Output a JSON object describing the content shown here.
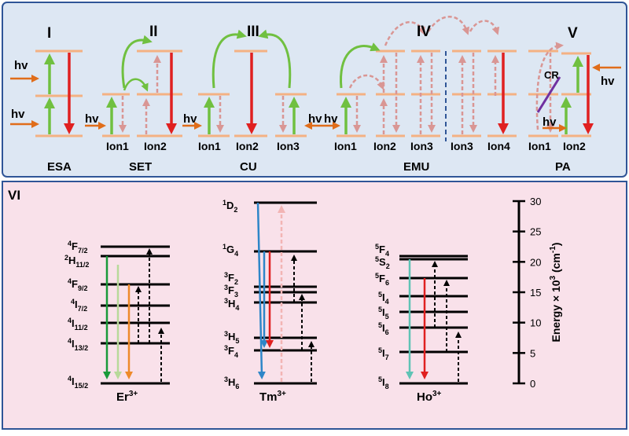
{
  "colors": {
    "top_panel_bg": "#dde7f3",
    "top_panel_border": "#2f5597",
    "bottom_panel_bg": "#f9e1ea",
    "bottom_panel_border": "#2f5597",
    "level_orange": "#f4b183",
    "arrow_green": "#70c040",
    "arrow_red": "#e02020",
    "arrow_dashed_pink": "#d99694",
    "arrow_hv": "#e06d1a",
    "cr_purple": "#7030a0",
    "divider_blue": "#2f5597",
    "level_black": "#000000",
    "er_green": "#1a9a3a",
    "er_lightgreen": "#b8d99a",
    "er_orange": "#ee8a2a",
    "tm_blue": "#2e86c8",
    "tm_red": "#e02020",
    "tm_pink": "#f2b4b4",
    "ho_teal": "#5fc3b5",
    "ho_red": "#e02020"
  },
  "top_panel": {
    "schemes": [
      {
        "numeral": "I",
        "abbr": "ESA",
        "ions": []
      },
      {
        "numeral": "II",
        "abbr": "SET",
        "ions": [
          "Ion1",
          "Ion2"
        ]
      },
      {
        "numeral": "III",
        "abbr": "CU",
        "ions": [
          "Ion1",
          "Ion2",
          "Ion3"
        ]
      },
      {
        "numeral": "IV",
        "abbr": "EMU",
        "ions": [
          "Ion1",
          "Ion2",
          "Ion3",
          "Ion3",
          "Ion4"
        ]
      },
      {
        "numeral": "V",
        "abbr": "PA",
        "ions": [
          "Ion1",
          "Ion2"
        ]
      }
    ],
    "hv_label": "hv",
    "cr_label": "CR"
  },
  "bottom_panel": {
    "numeral": "VI",
    "ions": [
      {
        "name": "Er",
        "charge": "3+",
        "levels": [
          {
            "main": "4",
            "letter": "F",
            "sub": "7/2"
          },
          {
            "main": "2",
            "letter": "H",
            "sub": "11/2"
          },
          {
            "main": "4",
            "letter": "F",
            "sub": "9/2"
          },
          {
            "main": "4",
            "letter": "I",
            "sub": "7/2"
          },
          {
            "main": "4",
            "letter": "I",
            "sub": "11/2"
          },
          {
            "main": "4",
            "letter": "I",
            "sub": "13/2"
          },
          {
            "main": "4",
            "letter": "I",
            "sub": "15/2"
          }
        ]
      },
      {
        "name": "Tm",
        "charge": "3+",
        "levels": [
          {
            "main": "1",
            "letter": "D",
            "sub": "2"
          },
          {
            "main": "1",
            "letter": "G",
            "sub": "4"
          },
          {
            "main": "3",
            "letter": "F",
            "sub": "2"
          },
          {
            "main": "3",
            "letter": "F",
            "sub": "3"
          },
          {
            "main": "3",
            "letter": "H",
            "sub": "4"
          },
          {
            "main": "3",
            "letter": "H",
            "sub": "5"
          },
          {
            "main": "3",
            "letter": "F",
            "sub": "4"
          },
          {
            "main": "3",
            "letter": "H",
            "sub": "6"
          }
        ]
      },
      {
        "name": "Ho",
        "charge": "3+",
        "levels": [
          {
            "main": "5",
            "letter": "F",
            "sub": "4"
          },
          {
            "main": "5",
            "letter": "S",
            "sub": "2"
          },
          {
            "main": "5",
            "letter": "F",
            "sub": "6"
          },
          {
            "main": "5",
            "letter": "I",
            "sub": "4"
          },
          {
            "main": "5",
            "letter": "I",
            "sub": "5"
          },
          {
            "main": "5",
            "letter": "I",
            "sub": "6"
          },
          {
            "main": "5",
            "letter": "I",
            "sub": "7"
          },
          {
            "main": "5",
            "letter": "I",
            "sub": "8"
          }
        ]
      }
    ],
    "energy_axis": {
      "label_pre": "Energy × 10",
      "label_exp": "3",
      "label_unit": " (cm",
      "label_unit_exp": "-1",
      "label_close": ")",
      "ticks": [
        {
          "value": 0,
          "label": "0"
        },
        {
          "value": 5,
          "label": "5"
        },
        {
          "value": 10,
          "label": "10"
        },
        {
          "value": 15,
          "label": "15"
        },
        {
          "value": 20,
          "label": "20"
        },
        {
          "value": 25,
          "label": "25"
        },
        {
          "value": 30,
          "label": "30"
        }
      ]
    }
  }
}
